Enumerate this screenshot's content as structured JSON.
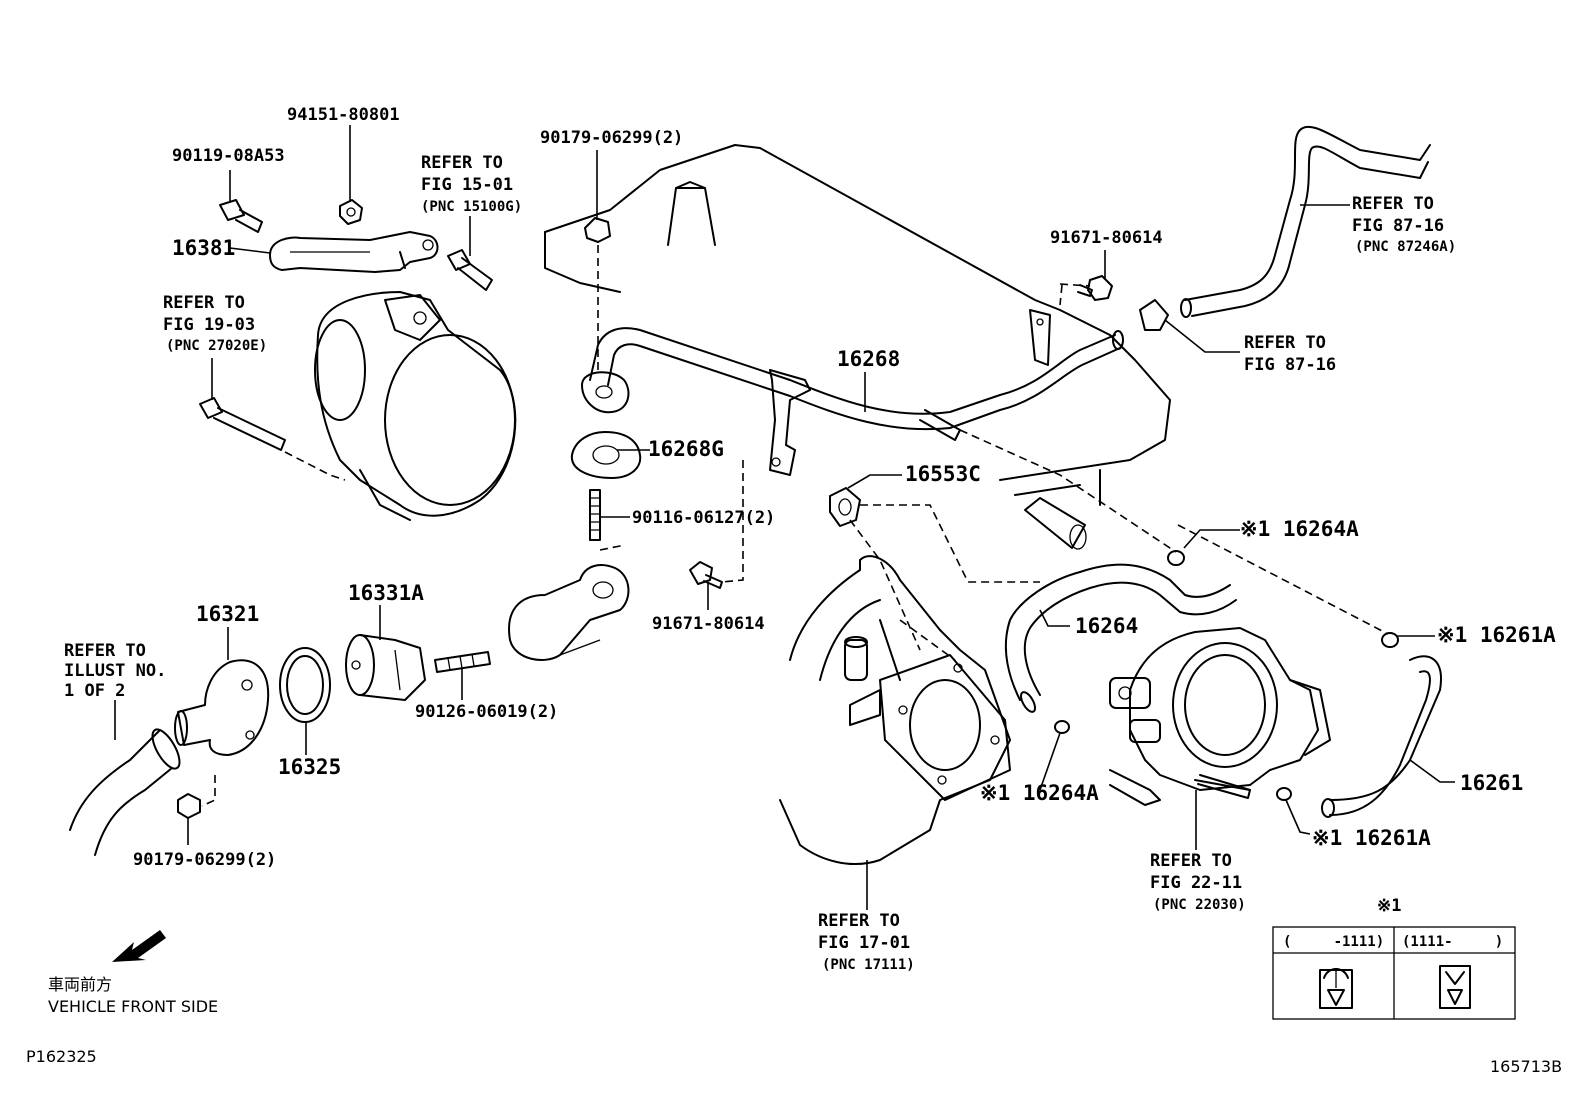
{
  "labels": {
    "p94151": "94151-80801",
    "p90119": "90119-08A53",
    "p16381": "16381",
    "refer15_a": "REFER TO",
    "refer15_b": "FIG 15-01",
    "refer15_c": "(PNC 15100G)",
    "refer19_a": "REFER TO",
    "refer19_b": "FIG 19-03",
    "refer19_c": "(PNC 27020E)",
    "p90179_top": "90179-06299(2)",
    "p16268": "16268",
    "p16268G": "16268G",
    "p90116": "90116-06127(2)",
    "p91671_mid": "91671-80614",
    "p91671_top": "91671-80614",
    "refer87_a": "REFER TO",
    "refer87_b": "FIG 87-16",
    "refer87_c": "(PNC 87246A)",
    "refer87b_a": "REFER TO",
    "refer87b_b": "FIG 87-16",
    "p16553C": "16553C",
    "p16264A_top": "※1 16264A",
    "p16264": "16264",
    "p16261A_top": "※1 16261A",
    "p16261": "16261",
    "p16264A_bot": "※1 16264A",
    "p16261A_bot": "※1 16261A",
    "refer22_a": "REFER TO",
    "refer22_b": "FIG 22-11",
    "refer22_c": "(PNC 22030)",
    "refer17_a": "REFER TO",
    "refer17_b": "FIG 17-01",
    "refer17_c": "(PNC 17111)",
    "p16321": "16321",
    "p16331A": "16331A",
    "p16325": "16325",
    "p90126": "90126-06019(2)",
    "p90179_bot": "90179-06299(2)",
    "illust_a": "REFER TO",
    "illust_b": "ILLUST NO.",
    "illust_c": "1 OF 2"
  },
  "front_label_jp": "車両前方",
  "front_label_en": "VEHICLE FRONT SIDE",
  "legend": {
    "mark": "※1",
    "col1": "(     -1111)",
    "col2": "(1111-     )"
  },
  "codes": {
    "left": "P162325",
    "right": "165713B"
  }
}
